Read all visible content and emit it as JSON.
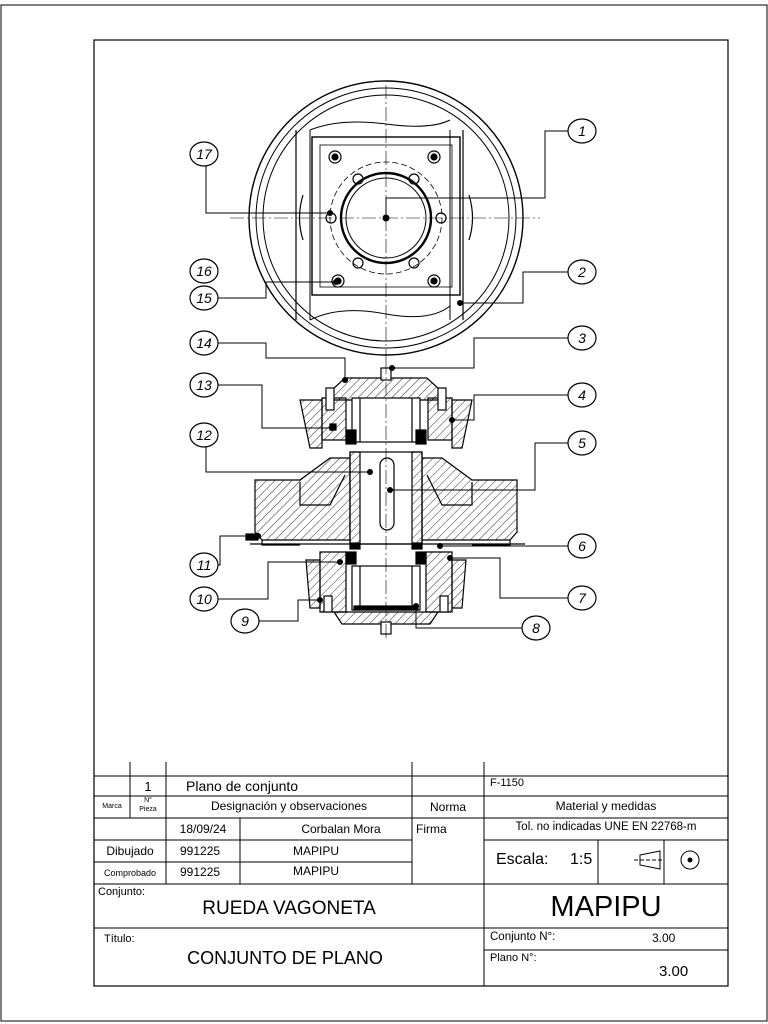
{
  "callouts": [
    "1",
    "2",
    "3",
    "4",
    "5",
    "6",
    "7",
    "8",
    "9",
    "10",
    "11",
    "12",
    "13",
    "14",
    "15",
    "16",
    "17"
  ],
  "title_block": {
    "item_qty": "1",
    "item_description": "Plano de conjunto",
    "item_code": "F-1150",
    "col_marca": "Marca",
    "col_pieza_n": "N°",
    "col_pieza": "Pieza",
    "col_designacion": "Designación y observaciones",
    "col_norma": "Norma",
    "col_material": "Material y medidas",
    "date": "18/09/24",
    "author_name": "Corbalan Mora",
    "firma_label": "Firma",
    "tolerance_note": "Tol. no indicadas UNE EN 22768-m",
    "dibujado_label": "Dibujado",
    "dibujado_code": "991225",
    "dibujado_name": "MAPIPU",
    "comprobado_label": "Comprobado",
    "comprobado_code": "991225",
    "comprobado_name": "MAPIPU",
    "escala_label": "Escala:",
    "escala_value": "1:5",
    "conjunto_label": "Conjunto:",
    "conjunto_value": "RUEDA VAGONETA",
    "company": "MAPIPU",
    "titulo_label": "Título:",
    "titulo_value": "CONJUNTO DE PLANO",
    "conjunto_n_label": "Conjunto N°:",
    "conjunto_n_value": "3.00",
    "plano_n_label": "Plano N°:",
    "plano_n_value": "3.00"
  }
}
